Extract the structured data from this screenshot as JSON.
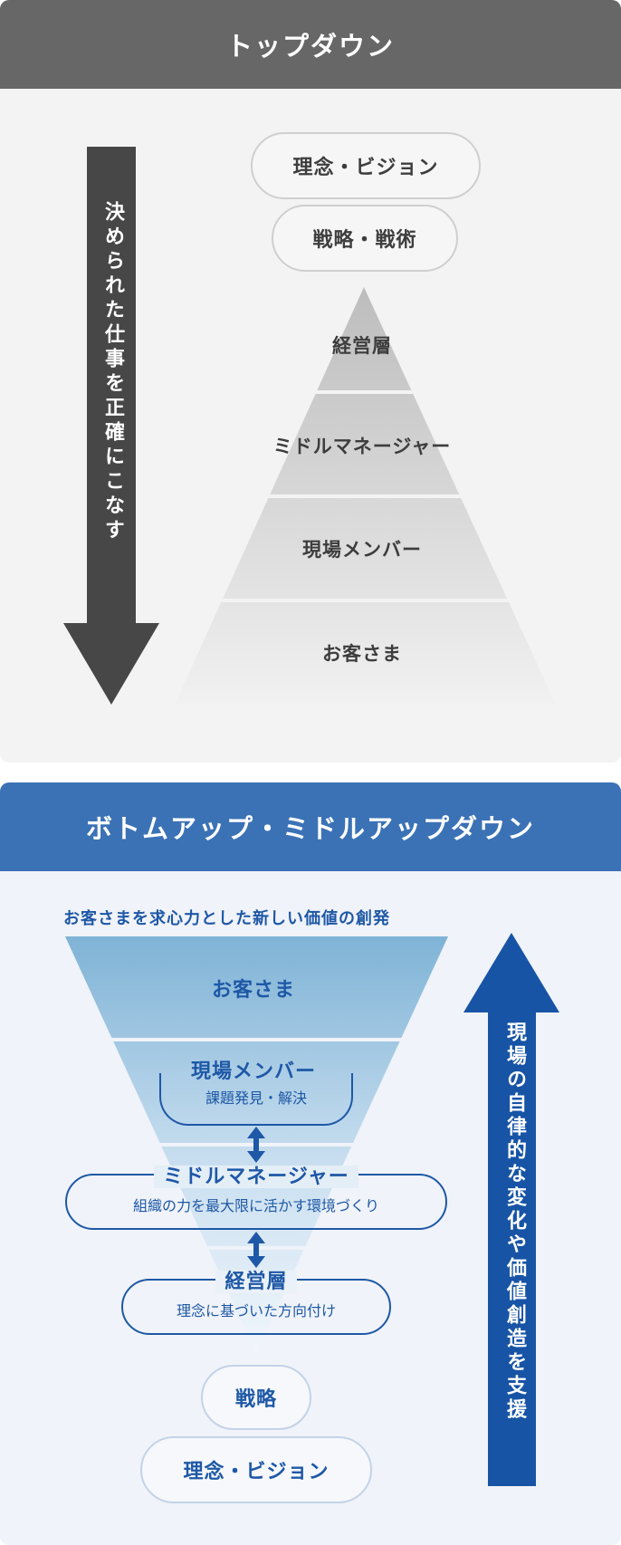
{
  "top_panel": {
    "title": "トップダウン",
    "pills": [
      "理念・ビジョン",
      "戦略・戦術"
    ],
    "pyramid_layers": [
      "経営層",
      "ミドルマネージャー",
      "現場メンバー",
      "お客さま"
    ],
    "arrow_text": "決められた仕事を正確にこなす",
    "colors": {
      "header": "#676767",
      "arrow": "#474747",
      "background": "#f3f3f3"
    }
  },
  "bottom_panel": {
    "title": "ボトムアップ・ミドルアップダウン",
    "caption": "お客さまを求心力とした新しい価値の創発",
    "funnel": {
      "top_label": "お客さま",
      "groups": [
        {
          "title": "現場メンバー",
          "sub": "課題発見・解決"
        },
        {
          "title": "ミドルマネージャー",
          "sub": "組織の力を最大限に活かす環境づくり"
        },
        {
          "title": "経営層",
          "sub": "理念に基づいた方向付け"
        }
      ]
    },
    "pills": [
      "戦略",
      "理念・ビジョン"
    ],
    "arrow_text": "現場の自律的な変化や価値創造を支援",
    "colors": {
      "header": "#3b72b6",
      "arrow": "#1754a6",
      "text": "#1e58a6",
      "background": "#f0f3f9"
    }
  }
}
